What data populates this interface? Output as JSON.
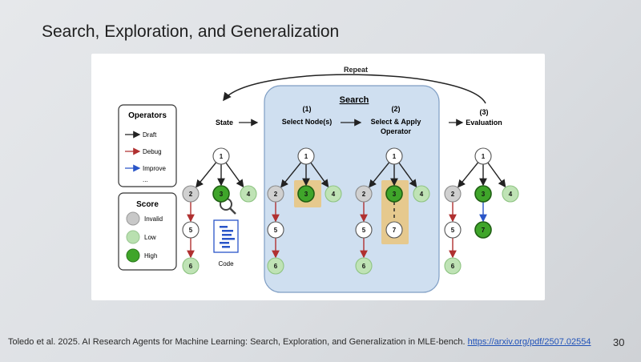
{
  "slide": {
    "title": "Search, Exploration, and Generalization",
    "page_number": "30"
  },
  "footer": {
    "citation": "Toledo et al. 2025. AI Research Agents for Machine Learning: Search, Exploration, and Generalization in MLE-bench.",
    "link_text": "https://arxiv.org/pdf/2507.02554"
  },
  "diagram": {
    "repeat_label": "Repeat",
    "search_label": "Search",
    "steps": {
      "state": "State",
      "step1_num": "(1)",
      "step1_label": "Select Node(s)",
      "step2_num": "(2)",
      "step2_label_line1": "Select & Apply",
      "step2_label_line2": "Operator",
      "step3_num": "(3)",
      "step3_label": "Evaluation"
    },
    "operators_legend": {
      "title": "Operators",
      "items": [
        {
          "label": "Draft",
          "color": "#222222"
        },
        {
          "label": "Debug",
          "color": "#b03030"
        },
        {
          "label": "Improve",
          "color": "#2a55c8"
        }
      ],
      "more": "..."
    },
    "score_legend": {
      "title": "Score",
      "items": [
        {
          "label": "Invalid",
          "color": "#c8c8c8"
        },
        {
          "label": "Low",
          "color": "#b9e0b0"
        },
        {
          "label": "High",
          "color": "#3fa52a"
        }
      ]
    },
    "code_label": "Code",
    "node_labels": {
      "n1": "1",
      "n2": "2",
      "n3": "3",
      "n4": "4",
      "n5": "5",
      "n6": "6",
      "n7": "7"
    }
  }
}
